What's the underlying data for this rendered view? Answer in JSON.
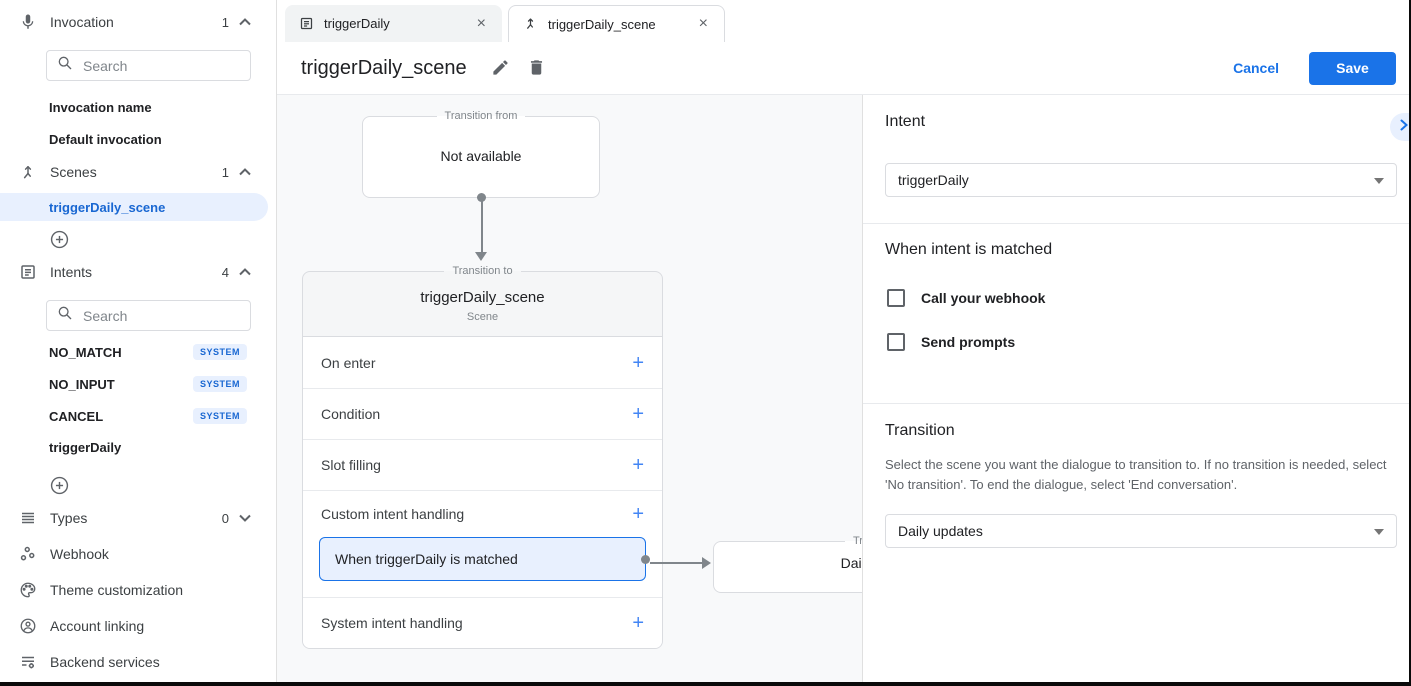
{
  "colors": {
    "accent": "#1a73e8",
    "plus_blue": "#4285f4",
    "selected_bg": "#e8f0fe",
    "selected_text": "#1967d2",
    "canvas_bg": "#f8f9fa"
  },
  "sidebar": {
    "search_placeholder": "Search",
    "invocation": {
      "label": "Invocation",
      "count": "1",
      "icon": "mic-icon",
      "chevron": "up"
    },
    "invocation_items": [
      {
        "label": "Invocation name"
      },
      {
        "label": "Default invocation"
      }
    ],
    "scenes": {
      "label": "Scenes",
      "count": "1",
      "icon": "scenes-icon",
      "chevron": "up"
    },
    "scene_items": [
      {
        "label": "triggerDaily_scene",
        "selected": true
      }
    ],
    "intents": {
      "label": "Intents",
      "count": "4",
      "icon": "intents-icon",
      "chevron": "up"
    },
    "intent_items": [
      {
        "label": "NO_MATCH",
        "badge": "SYSTEM"
      },
      {
        "label": "NO_INPUT",
        "badge": "SYSTEM"
      },
      {
        "label": "CANCEL",
        "badge": "SYSTEM"
      },
      {
        "label": "triggerDaily"
      }
    ],
    "types": {
      "label": "Types",
      "count": "0",
      "icon": "types-icon",
      "chevron": "down"
    },
    "more_items": [
      {
        "label": "Webhook",
        "icon": "webhook-icon"
      },
      {
        "label": "Theme customization",
        "icon": "palette-icon"
      },
      {
        "label": "Account linking",
        "icon": "account-icon"
      },
      {
        "label": "Backend services",
        "icon": "backend-services-icon"
      }
    ]
  },
  "tabs": [
    {
      "label": "triggerDaily",
      "icon": "intent-icon",
      "active": false
    },
    {
      "label": "triggerDaily_scene",
      "icon": "scene-icon",
      "active": true
    }
  ],
  "header": {
    "title": "triggerDaily_scene",
    "cancel_label": "Cancel",
    "save_label": "Save"
  },
  "canvas": {
    "transition_from": {
      "legend": "Transition from",
      "content": "Not available"
    },
    "scene_card": {
      "legend": "Transition to",
      "title": "triggerDaily_scene",
      "subtitle": "Scene",
      "rows": [
        {
          "label": "On enter"
        },
        {
          "label": "Condition"
        },
        {
          "label": "Slot filling"
        },
        {
          "label": "Custom intent handling"
        },
        {
          "label": "System intent handling"
        }
      ],
      "matched_item": "When triggerDaily is matched",
      "add_symbol": "+"
    },
    "target_card": {
      "legend": "Transition to",
      "content": "Daily updates"
    }
  },
  "panel": {
    "intent_heading": "Intent",
    "intent_value": "triggerDaily",
    "matched_heading": "When intent is matched",
    "checkboxes": [
      {
        "label": "Call your webhook",
        "checked": false
      },
      {
        "label": "Send prompts",
        "checked": false
      }
    ],
    "transition_heading": "Transition",
    "transition_description": "Select the scene you want the dialogue to transition to. If no transition is needed, select 'No transition'. To end the dialogue, select 'End conversation'.",
    "transition_value": "Daily updates"
  }
}
